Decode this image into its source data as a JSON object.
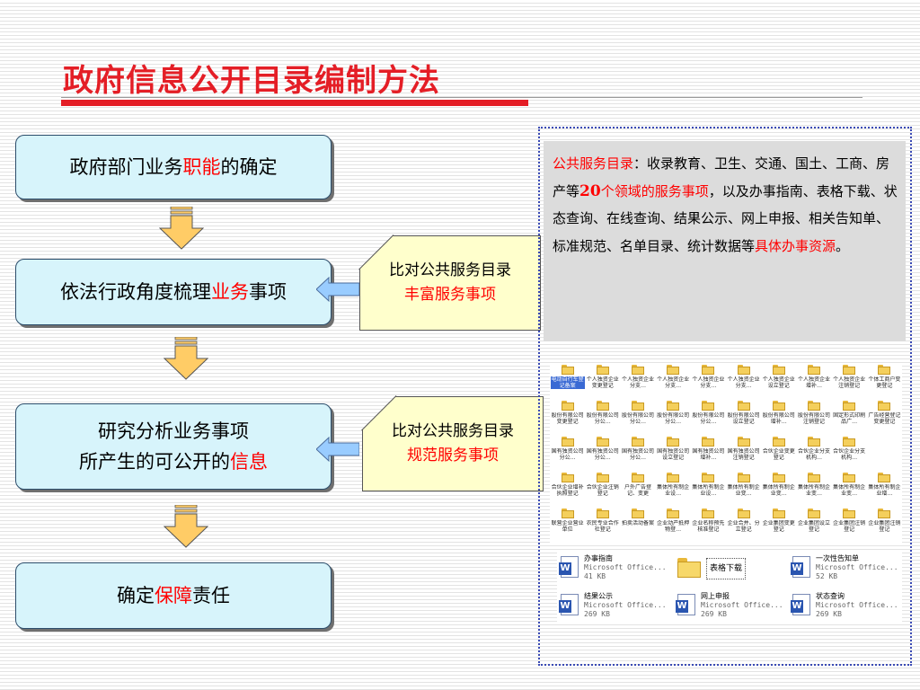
{
  "title": "政府信息公开目录编制方法",
  "steps": [
    {
      "pre": "政府部门业务",
      "hl": "职能",
      "post": "的确定"
    },
    {
      "pre": "依法行政角度梳理",
      "hl": "业务",
      "post": "事项"
    },
    {
      "line1": "研究分析业务事项",
      "pre": "所产生的可公开的",
      "hl": "信息",
      "post": ""
    },
    {
      "pre": "确定",
      "hl": "保障",
      "post": "责任"
    }
  ],
  "callouts": [
    {
      "line1": "比对公共服务目录",
      "line2": "丰富服务事项"
    },
    {
      "line1": "比对公共服务目录",
      "line2": "规范服务事项"
    }
  ],
  "service_text": {
    "lead": "公共服务目录",
    "colon": "：收录教育、卫生、交通、国土、工商、房产等",
    "num": "20",
    "areas": "个领域的服务事项",
    "comma": "，以及办事指南、表格下载、状态查询、在线查询、结果公示、网上申报、相关告知单、标准规范、名单目录、统计数据等",
    "specific": "具体办事资源",
    "end": "。"
  },
  "folders": [
    "电动自行车登记备案",
    "个人独资企业变更登记",
    "个人独资企业分支…",
    "个人独资企业分支…",
    "个人独资企业分支…",
    "个人独资企业分支…",
    "个人独资企业设立登记",
    "个人独资企业增补…",
    "个人独资企业注销登记",
    "个体工商户变更登记",
    "股份有限公司变更登记",
    "股份有限公司分公…",
    "股份有限公司分公…",
    "股份有限公司分公…",
    "股份有限公司分公…",
    "股份有限公司设立登记",
    "股份有限公司增补…",
    "股份有限公司注销登记",
    "固定形式印刷品广…",
    "广告经营登记变更登记",
    "国有独资公司分公…",
    "国有独资公司分公…",
    "国有独资公司分公…",
    "国有独资公司设立登记",
    "国有独资公司增补…",
    "国有独资公司注销登记",
    "合伙企业变更登记",
    "合伙企业分支机构…",
    "合伙企业分支机构…",
    "",
    "合伙企业增补执照登记",
    "合伙企业注销登记",
    "户外广告登记、变更",
    "集体所有制企业设…",
    "集体所有制企业设…",
    "集体所有制企业变…",
    "集体所有制企业变…",
    "集体所有制企业变…",
    "集体所有制企业变…",
    "集体所有制企业增…",
    "联营企业营业单位",
    "农民专业合作社登记",
    "拍卖活动备案",
    "企业动产抵押物登…",
    "企业名称预先核准登记",
    "企业合并、分立登记",
    "企业集团变更登记",
    "企业集团设立登记",
    "企业集团注销登记",
    "企业集团注销登记"
  ],
  "files": [
    {
      "name": "办事指南",
      "type": "Microsoft Office...",
      "size": "41 KB"
    },
    {
      "name": "表格下载"
    },
    {
      "name": "一次性告知单",
      "type": "Microsoft Office...",
      "size": "52 KB"
    },
    {
      "name": "结果公示",
      "type": "Microsoft Office...",
      "size": "269 KB"
    },
    {
      "name": "网上申报",
      "type": "Microsoft Office...",
      "size": "269 KB"
    },
    {
      "name": "状态查询",
      "type": "Microsoft Office...",
      "size": "269 KB"
    }
  ],
  "colors": {
    "title_red": "#e41e26",
    "box_fill": "#d7f4fb",
    "callout_fill": "#ffffcc",
    "arrow_fill": "#ffcc66",
    "left_arrow_fill": "#99ccff"
  }
}
